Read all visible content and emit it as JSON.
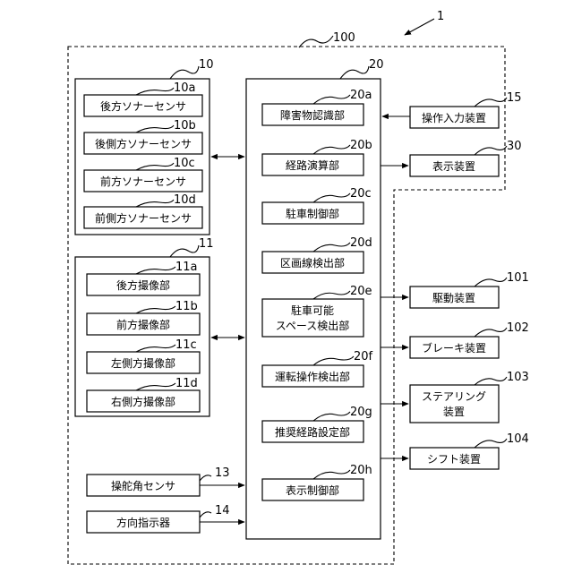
{
  "diagram": {
    "system_ref": "1",
    "device_ref": "100",
    "sonar_group": {
      "ref": "10",
      "items": [
        {
          "ref": "10a",
          "label": "後方ソナーセンサ"
        },
        {
          "ref": "10b",
          "label": "後側方ソナーセンサ"
        },
        {
          "ref": "10c",
          "label": "前方ソナーセンサ"
        },
        {
          "ref": "10d",
          "label": "前側方ソナーセンサ"
        }
      ]
    },
    "camera_group": {
      "ref": "11",
      "items": [
        {
          "ref": "11a",
          "label": "後方撮像部"
        },
        {
          "ref": "11b",
          "label": "前方撮像部"
        },
        {
          "ref": "11c",
          "label": "左側方撮像部"
        },
        {
          "ref": "11d",
          "label": "右側方撮像部"
        }
      ]
    },
    "steering_sensor": {
      "ref": "13",
      "label": "操舵角センサ"
    },
    "turn_indicator": {
      "ref": "14",
      "label": "方向指示器"
    },
    "controller": {
      "ref": "20",
      "items": [
        {
          "ref": "20a",
          "label": "障害物認識部"
        },
        {
          "ref": "20b",
          "label": "経路演算部"
        },
        {
          "ref": "20c",
          "label": "駐車制御部"
        },
        {
          "ref": "20d",
          "label": "区画線検出部"
        },
        {
          "ref": "20e",
          "label": "駐車可能",
          "label2": "スペース検出部"
        },
        {
          "ref": "20f",
          "label": "運転操作検出部"
        },
        {
          "ref": "20g",
          "label": "推奨経路設定部"
        },
        {
          "ref": "20h",
          "label": "表示制御部"
        }
      ]
    },
    "operation_input": {
      "ref": "15",
      "label": "操作入力装置"
    },
    "display": {
      "ref": "30",
      "label": "表示装置"
    },
    "drive": {
      "ref": "101",
      "label": "駆動装置"
    },
    "brake": {
      "ref": "102",
      "label": "ブレーキ装置"
    },
    "steering": {
      "ref": "103",
      "label": "ステアリング",
      "label2": "装置"
    },
    "shift": {
      "ref": "104",
      "label": "シフト装置"
    }
  }
}
